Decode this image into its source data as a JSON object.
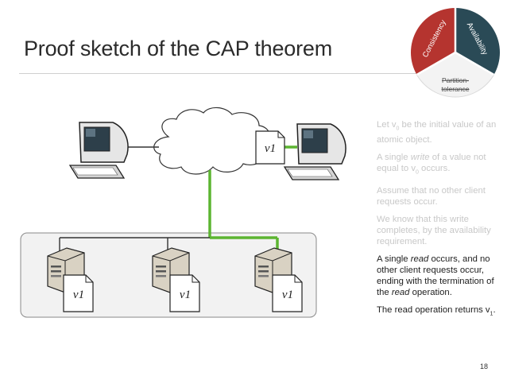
{
  "slide": {
    "title": "Proof sketch of the CAP theorem",
    "page_number": "18"
  },
  "cap_wheel": {
    "consistency": "Consistency",
    "availability": "Availability",
    "partition": "Partition-\ntolerance",
    "partition_line1": "Partition-",
    "partition_line2": "tolerance",
    "colors": {
      "consistency": "#b5342f",
      "availability": "#2a4a56",
      "partition": "#f2f2f2"
    }
  },
  "diagram": {
    "client_value_label": "v1",
    "server_value_labels": [
      "v1",
      "v1",
      "v1"
    ],
    "highlight_color": "#5cb531"
  },
  "bullets": [
    {
      "parts": [
        "Let v",
        "0",
        " be the initial value of an atomic object."
      ],
      "state": "faded"
    },
    {
      "parts": [
        "A single ",
        "write",
        " of a value not equal to v",
        "0",
        " occurs."
      ],
      "state": "faded"
    },
    {
      "parts": [
        "Assume that no other client requests occur."
      ],
      "state": "faded"
    },
    {
      "parts": [
        "We know that this write completes, by the availability requirement."
      ],
      "state": "faded"
    },
    {
      "parts": [
        "A single ",
        "read",
        " occurs, and no other client requests occur, ending with the termination of the ",
        "read",
        " operation."
      ],
      "state": "active"
    },
    {
      "parts": [
        "The read operation returns v",
        "1",
        "."
      ],
      "state": "active"
    }
  ]
}
